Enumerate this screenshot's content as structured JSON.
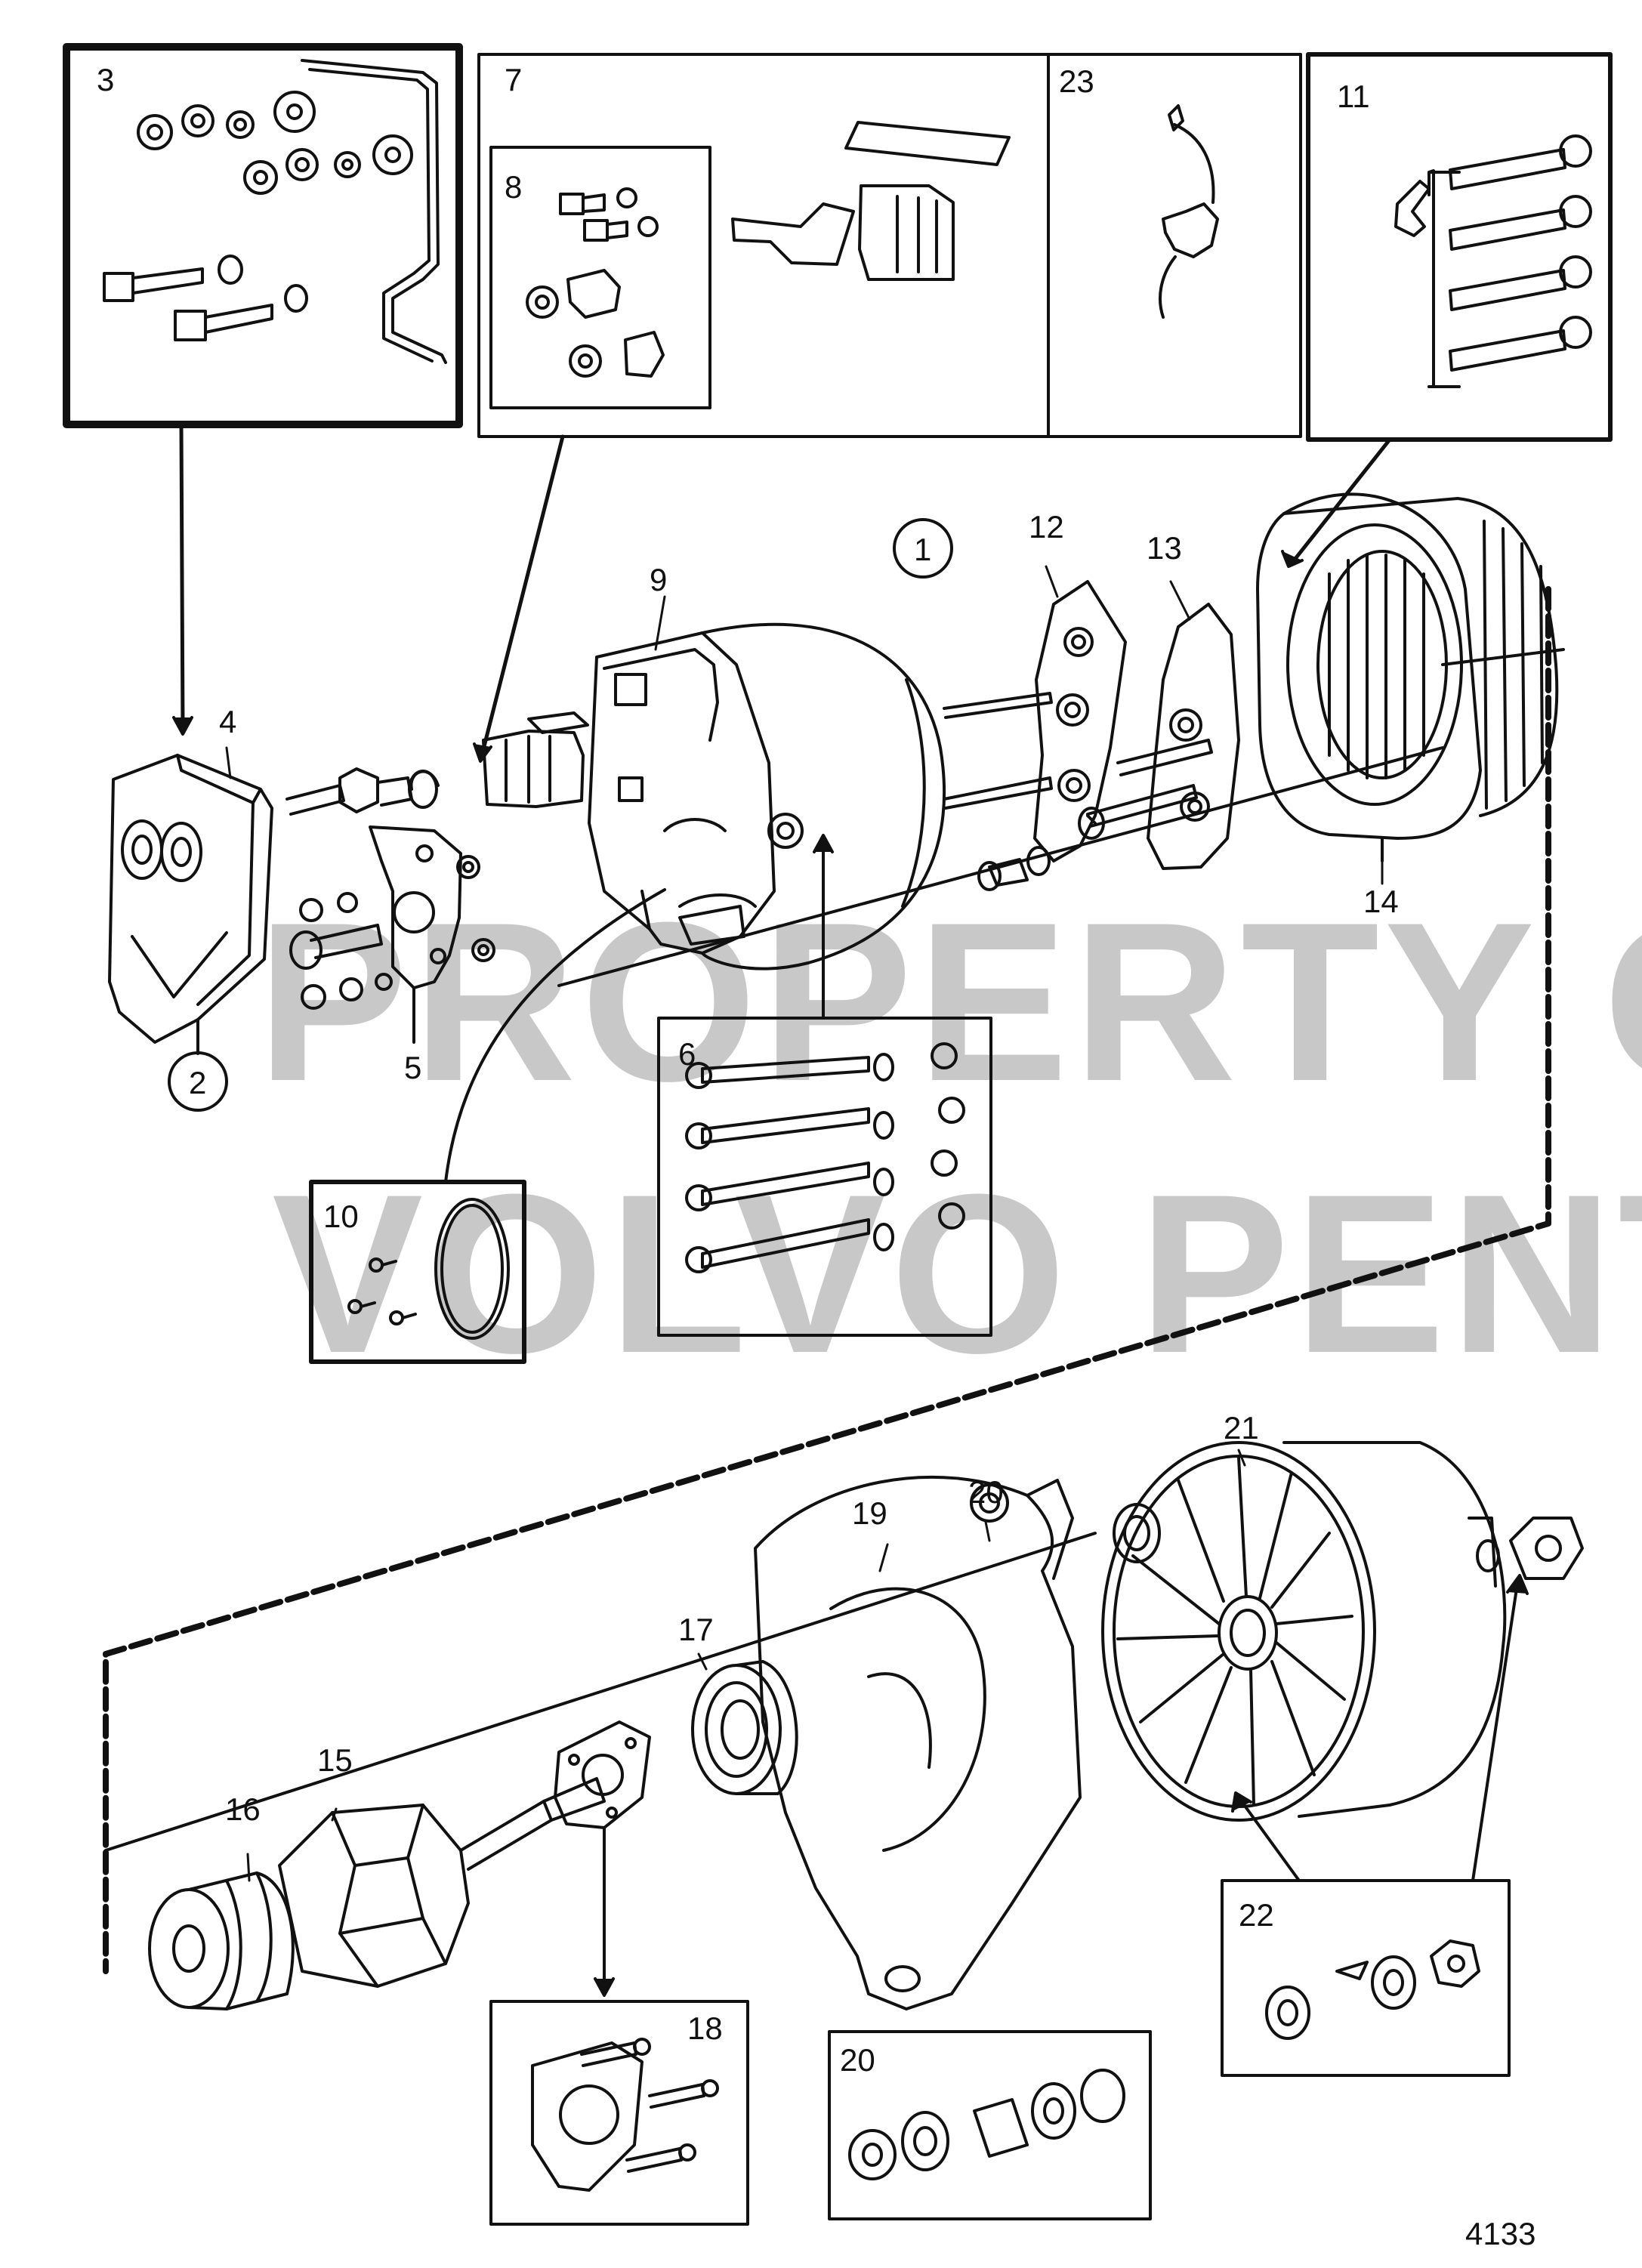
{
  "figure_number": "4133",
  "watermark": {
    "line1": "PROPERTY OF",
    "line2": "VOLVO PENTA"
  },
  "labels": {
    "p1": "1",
    "p2": "2",
    "p3": "3",
    "p4": "4",
    "p5": "5",
    "p6": "6",
    "p7": "7",
    "p8": "8",
    "p9": "9",
    "p10": "10",
    "p11": "11",
    "p12": "12",
    "p13": "13",
    "p14": "14",
    "p15": "15",
    "p16": "16",
    "p17": "17",
    "p18": "18",
    "p19": "19",
    "p20_top": "20",
    "p20_box": "20",
    "p21": "21",
    "p22": "22",
    "p23": "23"
  },
  "colors": {
    "ink": "#111111",
    "paper": "#ffffff",
    "watermark": "#9a9a9a"
  }
}
